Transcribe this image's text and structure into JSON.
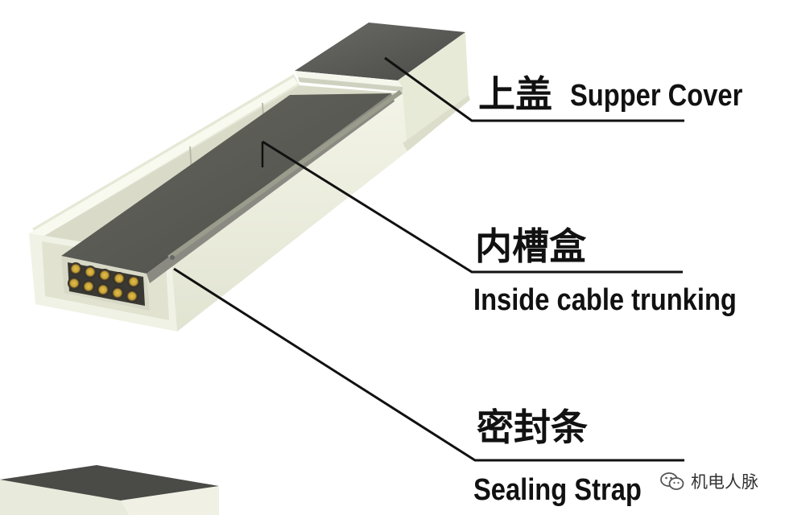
{
  "labels": {
    "cover_cn": "上盖",
    "cover_en": "Supper Cover",
    "trunk_cn": "内槽盒",
    "trunk_en": "Inside cable trunking",
    "seal_cn": "密封条",
    "seal_en": "Sealing Strap"
  },
  "watermark": {
    "text": "机电人脉",
    "icon": "wechat-icon"
  },
  "colors": {
    "cover_top": "#5a5a58",
    "trunk_body": "#eceedd",
    "cable_core": "#c8a030",
    "leader_line": "#111111"
  }
}
